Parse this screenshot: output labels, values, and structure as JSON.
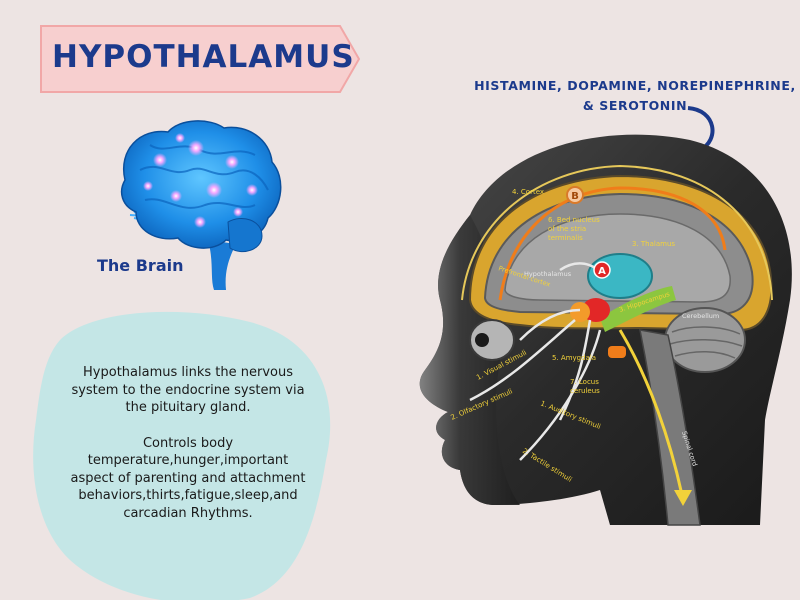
{
  "title": "HYPOTHALAMUS",
  "neurotransmitters": "HISTAMINE, DOPAMINE, NOREPINEPHRINE, & SEROTONIN",
  "brain_caption": "The Brain",
  "info": {
    "paragraph1": "Hypothalamus links the nervous system to the endocrine system via the pituitary gland.",
    "paragraph2": "Controls body temperature,hunger,important aspect of parenting and attachment behaviors,thirts,fatigue,sleep,and carcadian Rhythms."
  },
  "diagram_labels": {
    "cortex": "4. Cortex",
    "marker_b": "B",
    "marker_a": "A",
    "bed_nucleus": [
      "6. Bed nucleus",
      "of the stria",
      "terminalis"
    ],
    "thalamus": "3. Thalamus",
    "hypothalamus": "Hypothalamus",
    "prefrontal": "Prefrontal cortex",
    "hippocampus": "3. Hippocampus",
    "cerebellum": "Cerebellum",
    "amygdala": "5. Amygdala",
    "locus": [
      "7. Locus",
      "ceruleus"
    ],
    "visual": "1. Visual stimuli",
    "olfactory": "2. Olfactory stimuli",
    "auditory": "1. Auditory stimuli",
    "tactile": "2. Tactile stimuli",
    "spinal": "Spinal cord"
  },
  "colors": {
    "title": "#1c3a8c",
    "banner_fill": "#f7cfcf",
    "banner_border": "#f1a7a7",
    "blob": "#c4e6e6",
    "background": "#ede4e3"
  }
}
